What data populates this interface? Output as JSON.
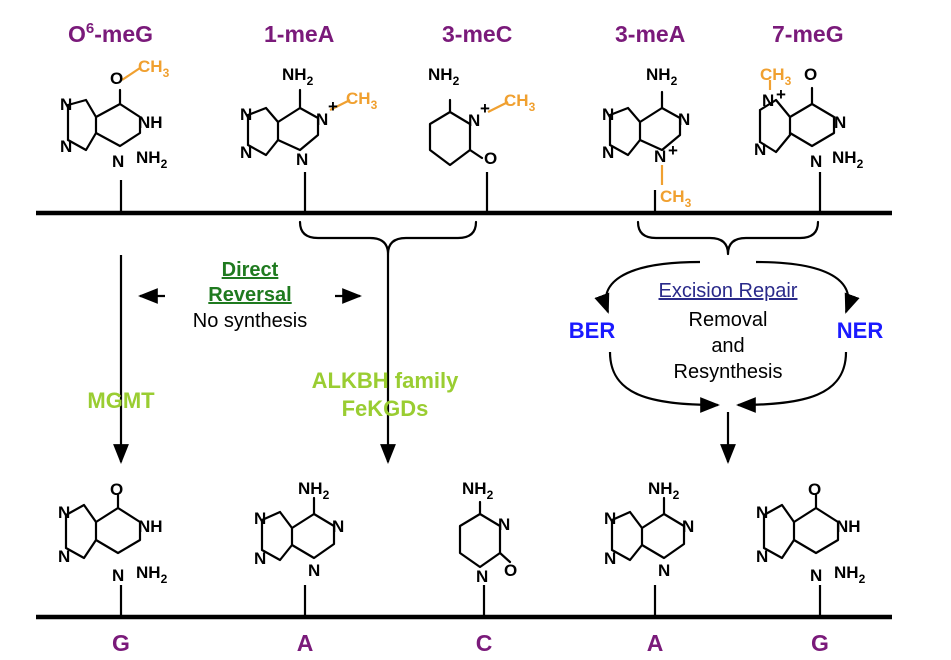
{
  "top_labels": {
    "o6meg_pre": "O",
    "o6meg_sup": "6",
    "o6meg_post": "-meG",
    "mea1": "1-meA",
    "mec3": "3-meC",
    "mea3": "3-meA",
    "meg7": "7-meG"
  },
  "bottom_labels": {
    "g1": "G",
    "a1": "A",
    "c1": "C",
    "a2": "A",
    "g2": "G"
  },
  "direct": {
    "line1": "Direct",
    "line2": "Reversal",
    "line3": "No synthesis"
  },
  "excision": {
    "title": "Excision Repair",
    "line1": "Removal",
    "line2": "and",
    "line3": "Resynthesis"
  },
  "ber": "BER",
  "ner": "NER",
  "mgmt": "MGMT",
  "alkbh": {
    "line1": "ALKBH family",
    "line2": "FeKGDs"
  },
  "atoms": {
    "N": "N",
    "H": "H",
    "O": "O",
    "NH": "NH",
    "NH2_main": "NH",
    "sub2": "2",
    "CH3_main": "CH",
    "CH3_sub": "3",
    "plus": "+"
  },
  "colors": {
    "purple": "#7a1a7a",
    "green_dark": "#1f7a1f",
    "green_light": "#9acd32",
    "blue": "#1a1aff",
    "navy": "#2a2a8a",
    "methyl": "#f0a030"
  }
}
